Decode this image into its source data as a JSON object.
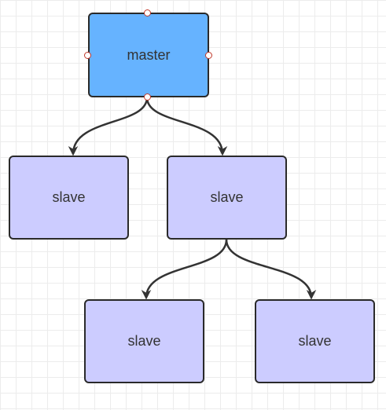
{
  "nodes": {
    "master": {
      "label": "master"
    },
    "slave_1": {
      "label": "slave"
    },
    "slave_2": {
      "label": "slave"
    },
    "slave_3": {
      "label": "slave"
    },
    "slave_4": {
      "label": "slave"
    }
  },
  "edges": [
    {
      "from": "master",
      "to": "slave_1"
    },
    {
      "from": "master",
      "to": "slave_2"
    },
    {
      "from": "slave_2",
      "to": "slave_3"
    },
    {
      "from": "slave_2",
      "to": "slave_4"
    }
  ],
  "colors": {
    "master_fill": "#66b3ff",
    "slave_fill": "#ccccff",
    "stroke": "#2a2a2a",
    "handle": "#c0392b"
  }
}
